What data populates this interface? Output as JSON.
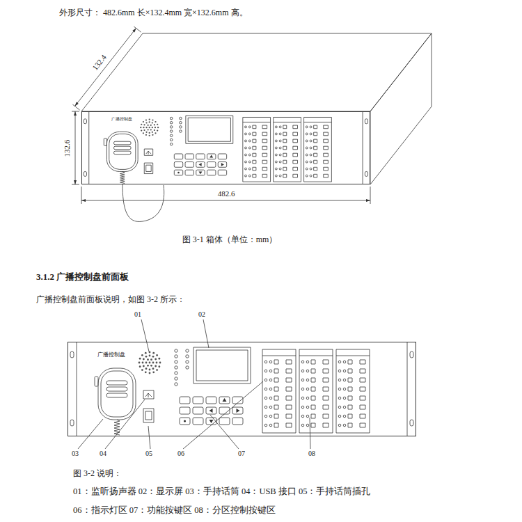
{
  "diagram": {
    "title": "3.1.2 广播控制盘前面板",
    "nodes": [
      {
        "text": [
          "广播控制盘"
        ]
      },
      {
        "text": [
          "广播控制盘"
        ]
      }
    ],
    "labels": [
      "外形尺寸： 482.6mm 长×132.4mm 宽×132.6mm 高。",
      "132.4",
      "132.6",
      "482.6",
      "图 3-1 箱体（单位：mm）",
      "广播控制盘前面板说明，如图 3-2 所示：",
      "01",
      "02",
      "03",
      "04",
      "05",
      "06",
      "07",
      "08",
      "图 3-2 说明：",
      "01：监听扬声器 02：显示屏 03：手持话筒 04：USB 接口 05：手持话筒插孔",
      "06：指示灯区 07：功能按键区 08：分区控制按键区"
    ]
  }
}
